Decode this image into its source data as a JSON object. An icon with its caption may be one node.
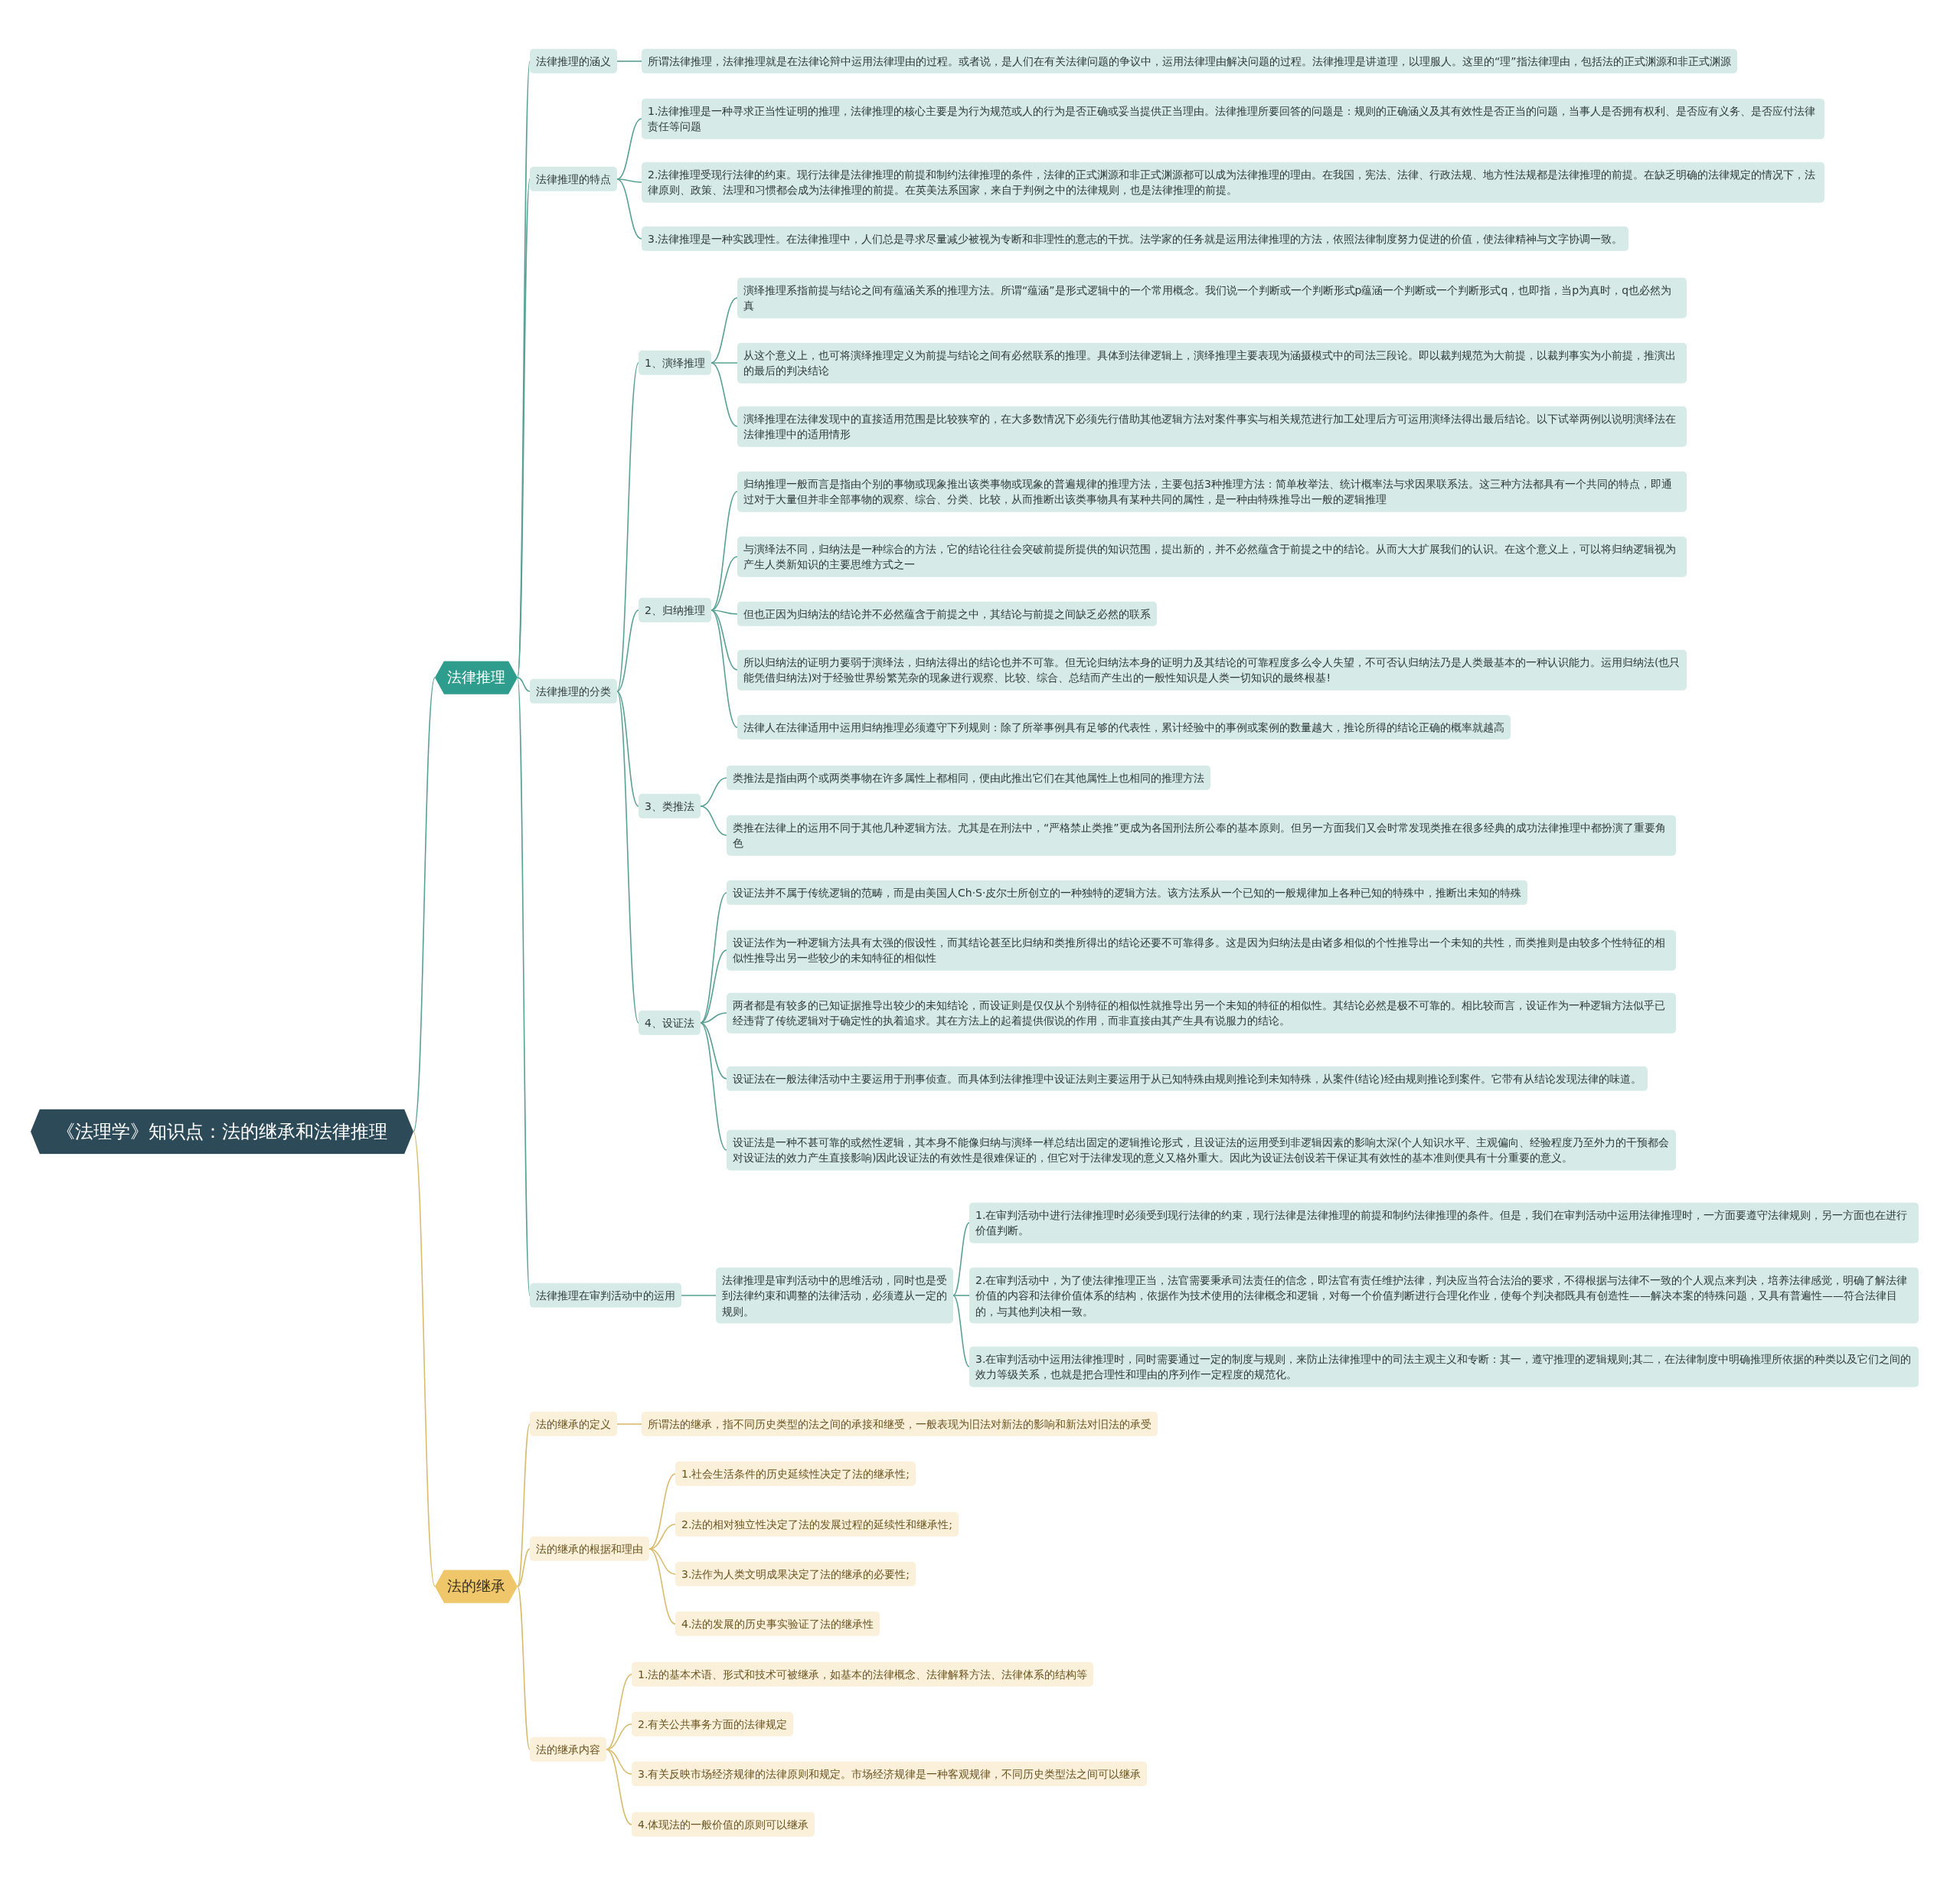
{
  "diagram": {
    "nodes": [
      {
        "text": [
          "《法理学》知识点：法的继承和法律推理"
        ]
      },
      {
        "text": [
          "法律推理"
        ]
      },
      {
        "text": [
          "法律推理的涵义"
        ]
      },
      {
        "text": [
          "所谓法律推理，法律推理就是在法律论辩中运用法律理由的过程。或者说，是人们在有关法律问题的争议中，运用法律理由解决问题的过程。法律推理是讲道理，以理服人。这里的“理”指法律理由，包括法的正式渊源和非正式渊源"
        ]
      },
      {
        "text": [
          "法律推理的特点"
        ]
      },
      {
        "text": [
          "1.法律推理是一种寻求正当性证明的推理，法律推理的核心主要是为行为规范或人的行为是否正确或妥当提供正当理由。法律推理所要回答的问题是：规则的正确涵义及其有效性是否正当的问题，当事人是否拥有权利、是否应有义务、是否应付法律责任等问题"
        ]
      },
      {
        "text": [
          "2.法律推理受现行法律的约束。现行法律是法律推理的前提和制约法律推理的条件，法律的正式渊源和非正式渊源都可以成为法律推理的理由。在我国，宪法、法律、行政法规、地方性法规都是法律推理的前提。在缺乏明确的法律规定的情况下，法律原则、政策、法理和习惯都会成为法律推理的前提。在英美法系国家，来自于判例之中的法律规则，也是法律推理的前提。"
        ]
      },
      {
        "text": [
          "3.法律推理是一种实践理性。在法律推理中，人们总是寻求尽量减少被视为专断和非理性的意志的干扰。法学家的任务就是运用法律推理的方法，依照法律制度努力促进的价值，使法律精神与文字协调一致。"
        ]
      },
      {
        "text": [
          "法律推理的分类"
        ]
      },
      {
        "text": [
          "1、演绎推理"
        ]
      },
      {
        "text": [
          "演绎推理系指前提与结论之间有蕴涵关系的推理方法。所谓“蕴涵”是形式逻辑中的一个常用概念。我们说一个判断或一个判断形式p蕴涵一个判断或一个判断形式q，也即指，当p为真时，q也必然为真"
        ]
      },
      {
        "text": [
          "从这个意义上，也可将演绎推理定义为前提与结论之间有必然联系的推理。具体到法律逻辑上，演绎推理主要表现为涵摄模式中的司法三段论。即以裁判规范为大前提，以裁判事实为小前提，推演出的最后的判决结论"
        ]
      },
      {
        "text": [
          "演绎推理在法律发现中的直接适用范围是比较狭窄的，在大多数情况下必须先行借助其他逻辑方法对案件事实与相关规范进行加工处理后方可运用演绎法得出最后结论。以下试举两例以说明演绎法在法律推理中的适用情形"
        ]
      },
      {
        "text": [
          "2、归纳推理"
        ]
      },
      {
        "text": [
          "归纳推理一般而言是指由个别的事物或现象推出该类事物或现象的普遍规律的推理方法，主要包括3种推理方法：简单枚举法、统计概率法与求因果联系法。这三种方法都具有一个共同的特点，即通过对于大量但并非全部事物的观察、综合、分类、比较，从而推断出该类事物具有某种共同的属性，是一种由特殊推导出一般的逻辑推理"
        ]
      },
      {
        "text": [
          "与演绎法不同，归纳法是一种综合的方法，它的结论往往会突破前提所提供的知识范围，提出新的，并不必然蕴含于前提之中的结论。从而大大扩展我们的认识。在这个意义上，可以将归纳逻辑视为产生人类新知识的主要思维方式之一"
        ]
      },
      {
        "text": [
          "但也正因为归纳法的结论并不必然蕴含于前提之中，其结论与前提之间缺乏必然的联系"
        ]
      },
      {
        "text": [
          "所以归纳法的证明力要弱于演绎法，归纳法得出的结论也并不可靠。但无论归纳法本身的证明力及其结论的可靠程度多么令人失望，不可否认归纳法乃是人类最基本的一种认识能力。运用归纳法(也只能凭借归纳法)对于经验世界纷繁芜杂的现象进行观察、比较、综合、总结而产生出的一般性知识是人类一切知识的最终根基!"
        ]
      },
      {
        "text": [
          "法律人在法律适用中运用归纳推理必须遵守下列规则：除了所举事例具有足够的代表性，累计经验中的事例或案例的数量越大，推论所得的结论正确的概率就越高"
        ]
      },
      {
        "text": [
          "3、类推法"
        ]
      },
      {
        "text": [
          "类推法是指由两个或两类事物在许多属性上都相同，便由此推出它们在其他属性上也相同的推理方法"
        ]
      },
      {
        "text": [
          "类推在法律上的运用不同于其他几种逻辑方法。尤其是在刑法中，“严格禁止类推”更成为各国刑法所公奉的基本原则。但另一方面我们又会时常发现类推在很多经典的成功法律推理中都扮演了重要角色"
        ]
      },
      {
        "text": [
          "4、设证法"
        ]
      },
      {
        "text": [
          "设证法并不属于传统逻辑的范畴，而是由美国人Ch·S·皮尔士所创立的一种独特的逻辑方法。该方法系从一个已知的一般规律加上各种已知的特殊中，推断出未知的特殊"
        ]
      },
      {
        "text": [
          "设证法作为一种逻辑方法具有太强的假设性，而其结论甚至比归纳和类推所得出的结论还要不可靠得多。这是因为归纳法是由诸多相似的个性推导出一个未知的共性，而类推则是由较多个性特征的相似性推导出另一些较少的未知特征的相似性"
        ]
      },
      {
        "text": [
          "两者都是有较多的已知证据推导出较少的未知结论，而设证则是仅仅从个别特征的相似性就推导出另一个未知的特征的相似性。其结论必然是极不可靠的。相比较而言，设证作为一种逻辑方法似乎已经违背了传统逻辑对于确定性的执着追求。其在方法上的起着提供假说的作用，而非直接由其产生具有说服力的结论。"
        ]
      },
      {
        "text": [
          "设证法在一般法律活动中主要运用于刑事侦查。而具体到法律推理中设证法则主要运用于从已知特殊由规则推论到未知特殊，从案件(结论)经由规则推论到案件。它带有从结论发现法律的味道。"
        ]
      },
      {
        "text": [
          "设证法是一种不甚可靠的或然性逻辑，其本身不能像归纳与演绎一样总结出固定的逻辑推论形式，且设证法的运用受到非逻辑因素的影响太深(个人知识水平、主观偏向、经验程度乃至外力的干预都会对设证法的效力产生直接影响)因此设证法的有效性是很难保证的，但它对于法律发现的意义又格外重大。因此为设证法创设若干保证其有效性的基本准则便具有十分重要的意义。"
        ]
      },
      {
        "text": [
          "法律推理在审判活动中的运用"
        ]
      },
      {
        "text": [
          "法律推理是审判活动中的思维活动，同时也是受到法律约束和调整的法律活动，必须遵从一定的规则。"
        ]
      },
      {
        "text": [
          "1.在审判活动中进行法律推理时必须受到现行法律的约束，现行法律是法律推理的前提和制约法律推理的条件。但是，我们在审判活动中运用法律推理时，一方面要遵守法律规则，另一方面也在进行价值判断。"
        ]
      },
      {
        "text": [
          "2.在审判活动中，为了使法律推理正当，法官需要秉承司法责任的信念，即法官有责任维护法律，判决应当符合法治的要求，不得根据与法律不一致的个人观点来判决，培养法律感觉，明确了解法律价值的内容和法律价值体系的结构，依据作为技术使用的法律概念和逻辑，对每一个价值判断进行合理化作业，使每个判决都既具有创造性——解决本案的特殊问题，又具有普遍性——符合法律目的，与其他判决相一致。"
        ]
      },
      {
        "text": [
          "3.在审判活动中运用法律推理时，同时需要通过一定的制度与规则，来防止法律推理中的司法主观主义和专断：其一，遵守推理的逻辑规则;其二，在法律制度中明确推理所依据的种类以及它们之间的效力等级关系，也就是把合理性和理由的序列作一定程度的规范化。"
        ]
      },
      {
        "text": [
          "法的继承"
        ]
      },
      {
        "text": [
          "法的继承的定义"
        ]
      },
      {
        "text": [
          "所谓法的继承，指不同历史类型的法之间的承接和继受，一般表现为旧法对新法的影响和新法对旧法的承受"
        ]
      },
      {
        "text": [
          "法的继承的根据和理由"
        ]
      },
      {
        "text": [
          "1.社会生活条件的历史延续性决定了法的继承性;"
        ]
      },
      {
        "text": [
          "2.法的相对独立性决定了法的发展过程的延续性和继承性;"
        ]
      },
      {
        "text": [
          "3.法作为人类文明成果决定了法的继承的必要性;"
        ]
      },
      {
        "text": [
          "4.法的发展的历史事实验证了法的继承性"
        ]
      },
      {
        "text": [
          "法的继承内容"
        ]
      },
      {
        "text": [
          "1.法的基本术语、形式和技术可被继承，如基本的法律概念、法律解释方法、法律体系的结构等"
        ]
      },
      {
        "text": [
          "2.有关公共事务方面的法律规定"
        ]
      },
      {
        "text": [
          "3.有关反映市场经济规律的法律原则和规定。市场经济规律是一种客观规律，不同历史类型法之间可以继承"
        ]
      },
      {
        "text": [
          "4.体现法的一般价值的原则可以继承"
        ]
      }
    ],
    "edges": [
      {
        "from": 0,
        "to": 1,
        "arrow": "none"
      },
      {
        "from": 0,
        "to": 33,
        "arrow": "none",
        "color": "#d9bc6e"
      },
      {
        "from": 1,
        "to": 2,
        "arrow": "none"
      },
      {
        "from": 2,
        "to": 3,
        "arrow": "none"
      },
      {
        "from": 1,
        "to": 4,
        "arrow": "none"
      },
      {
        "from": 4,
        "to": 5,
        "arrow": "none"
      },
      {
        "from": 4,
        "to": 6,
        "arrow": "none"
      },
      {
        "from": 4,
        "to": 7,
        "arrow": "none"
      },
      {
        "from": 1,
        "to": 8,
        "arrow": "none"
      },
      {
        "from": 8,
        "to": 9,
        "arrow": "none"
      },
      {
        "from": 9,
        "to": 10,
        "arrow": "none"
      },
      {
        "from": 9,
        "to": 11,
        "arrow": "none"
      },
      {
        "from": 9,
        "to": 12,
        "arrow": "none"
      },
      {
        "from": 8,
        "to": 13,
        "arrow": "none"
      },
      {
        "from": 13,
        "to": 14,
        "arrow": "none"
      },
      {
        "from": 13,
        "to": 15,
        "arrow": "none"
      },
      {
        "from": 13,
        "to": 16,
        "arrow": "none"
      },
      {
        "from": 13,
        "to": 17,
        "arrow": "none"
      },
      {
        "from": 13,
        "to": 18,
        "arrow": "none"
      },
      {
        "from": 8,
        "to": 19,
        "arrow": "none"
      },
      {
        "from": 19,
        "to": 20,
        "arrow": "none"
      },
      {
        "from": 19,
        "to": 21,
        "arrow": "none"
      },
      {
        "from": 8,
        "to": 22,
        "arrow": "none"
      },
      {
        "from": 22,
        "to": 23,
        "arrow": "none"
      },
      {
        "from": 22,
        "to": 24,
        "arrow": "none"
      },
      {
        "from": 22,
        "to": 25,
        "arrow": "none"
      },
      {
        "from": 22,
        "to": 26,
        "arrow": "none"
      },
      {
        "from": 22,
        "to": 27,
        "arrow": "none"
      },
      {
        "from": 1,
        "to": 28,
        "arrow": "none"
      },
      {
        "from": 28,
        "to": 29,
        "arrow": "none"
      },
      {
        "from": 29,
        "to": 30,
        "arrow": "none"
      },
      {
        "from": 29,
        "to": 31,
        "arrow": "none"
      },
      {
        "from": 29,
        "to": 32,
        "arrow": "none"
      },
      {
        "from": 33,
        "to": 34,
        "arrow": "none",
        "color": "#d9bc6e"
      },
      {
        "from": 34,
        "to": 35,
        "arrow": "none",
        "color": "#d9bc6e"
      },
      {
        "from": 33,
        "to": 36,
        "arrow": "none",
        "color": "#d9bc6e"
      },
      {
        "from": 36,
        "to": 37,
        "arrow": "none",
        "color": "#d9bc6e"
      },
      {
        "from": 36,
        "to": 38,
        "arrow": "none",
        "color": "#d9bc6e"
      },
      {
        "from": 36,
        "to": 39,
        "arrow": "none",
        "color": "#d9bc6e"
      },
      {
        "from": 36,
        "to": 40,
        "arrow": "none",
        "color": "#d9bc6e"
      },
      {
        "from": 33,
        "to": 41,
        "arrow": "none",
        "color": "#d9bc6e"
      },
      {
        "from": 41,
        "to": 42,
        "arrow": "none",
        "color": "#d9bc6e"
      },
      {
        "from": 41,
        "to": 43,
        "arrow": "none",
        "color": "#d9bc6e"
      },
      {
        "from": 41,
        "to": 44,
        "arrow": "none",
        "color": "#d9bc6e"
      },
      {
        "from": 41,
        "to": 45,
        "arrow": "none",
        "color": "#d9bc6e"
      }
    ]
  }
}
